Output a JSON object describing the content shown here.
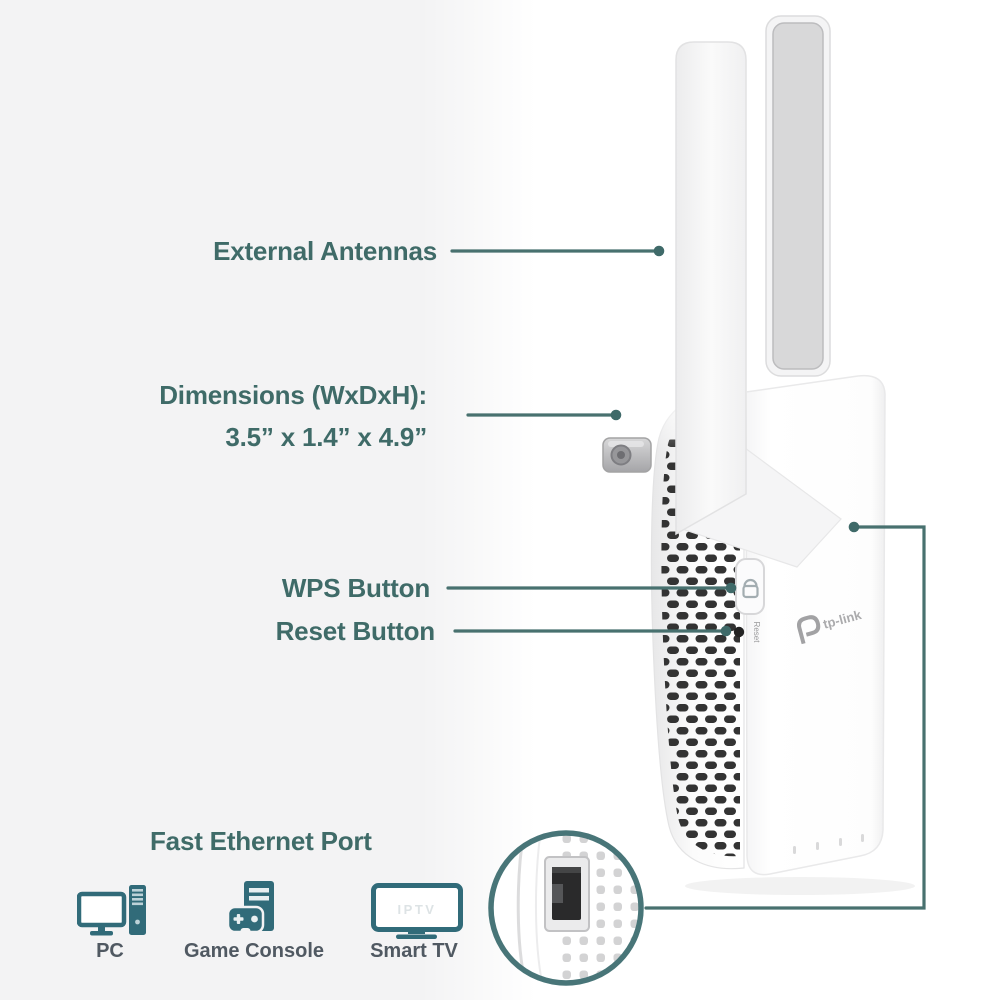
{
  "page": {
    "background": "#f3f3f4",
    "photo_background": "#ffffff"
  },
  "colors": {
    "annotation_text": "#3f6b68",
    "leader_line": "#48716f",
    "device_icon_teal": "#316b79",
    "caption_text": "#505962",
    "magnifier_ring": "#487578",
    "vent_hole": "#333333"
  },
  "annotations": {
    "external_antennas": "External Antennas",
    "dimensions_label": "Dimensions (WxDxH):",
    "dimensions_value": "3.5” x 1.4” x 4.9”",
    "wps_button": "WPS Button",
    "reset_button": "Reset Button",
    "fast_ethernet_port": "Fast Ethernet Port"
  },
  "device": {
    "brand_logo": "tp-link",
    "reset_engraving": "Reset"
  },
  "connected_devices": [
    {
      "id": "pc",
      "label": "PC"
    },
    {
      "id": "game-console",
      "label": "Game Console"
    },
    {
      "id": "smart-tv",
      "label": "Smart TV",
      "screen_text": "IPTV"
    }
  ]
}
